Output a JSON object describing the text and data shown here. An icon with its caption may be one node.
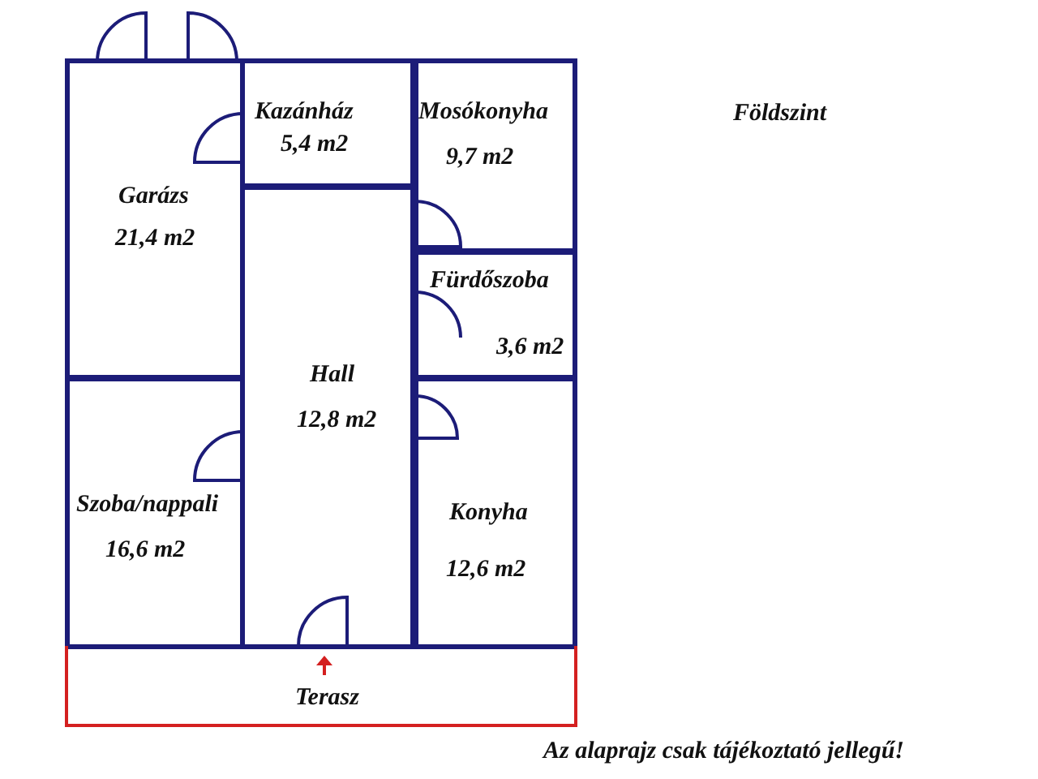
{
  "diagram": {
    "nodes": [
      {
        "text": [
          "Kazánház",
          "5,4 m2"
        ]
      },
      {
        "text": [
          "Mosókonyha",
          "9,7 m2"
        ]
      },
      {
        "text": [
          "Garázs",
          "21,4 m2"
        ]
      },
      {
        "text": [
          "Fürdőszoba",
          "3,6 m2"
        ]
      },
      {
        "text": [
          "Hall",
          "12,8 m2"
        ]
      },
      {
        "text": [
          "Szoba/nappali",
          "16,6 m2"
        ]
      },
      {
        "text": [
          "Konyha",
          "12,6 m2"
        ]
      },
      {
        "text": [
          "Terasz"
        ]
      }
    ],
    "edges": [],
    "labels": [
      "Földszint",
      "Az alaprajz csak tájékoztató jellegű!"
    ]
  }
}
